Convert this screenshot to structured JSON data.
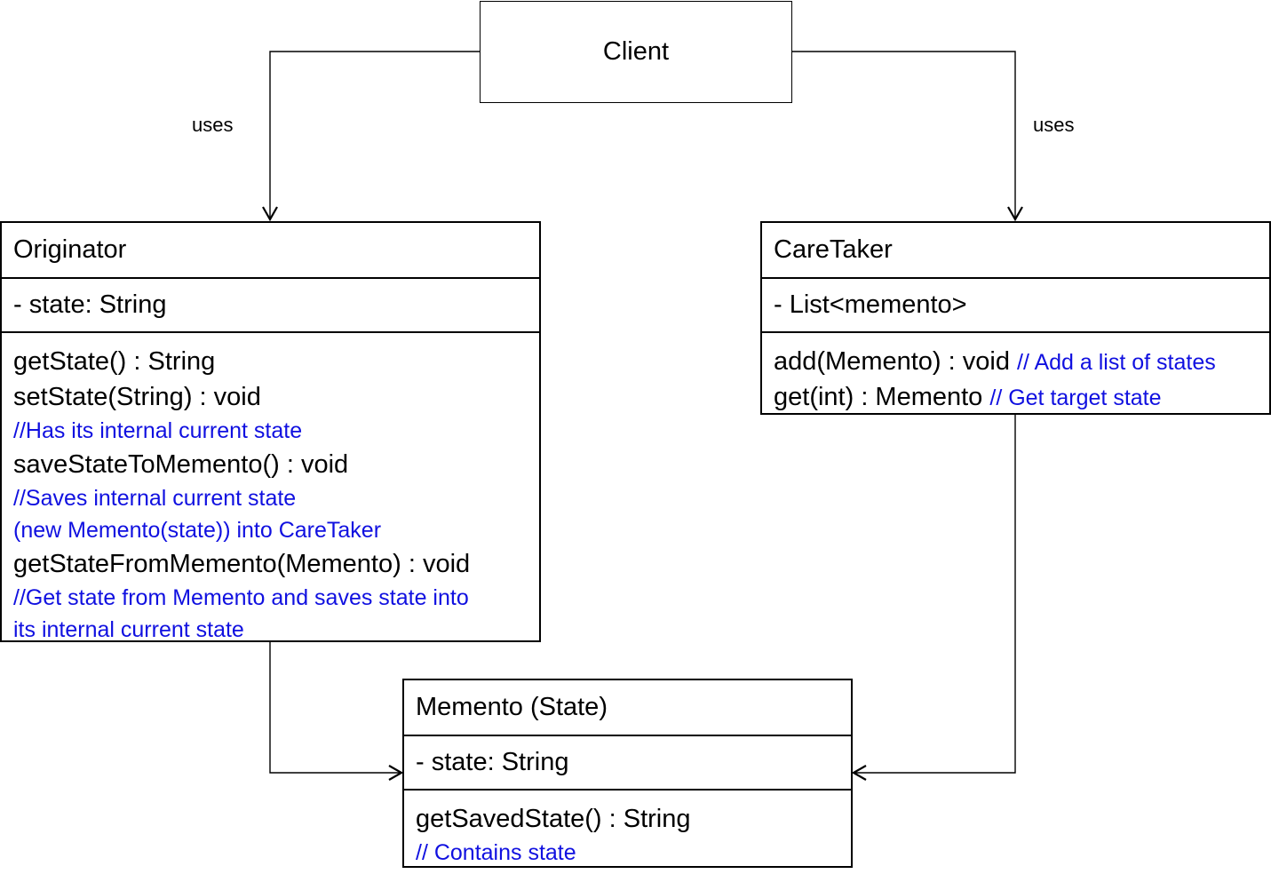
{
  "client": {
    "label": "Client"
  },
  "edges": {
    "uses_left": "uses",
    "uses_right": "uses"
  },
  "originator": {
    "title": "Originator",
    "attribute": "- state: String",
    "op_get_state": "getState() : String",
    "op_set_state": "setState(String) : void",
    "comment_set_state": "//Has its internal current state",
    "op_save": "saveStateToMemento() : void",
    "comment_save_1": "//Saves internal current state",
    "comment_save_2": "(new Memento(state)) into CareTaker",
    "op_restore": "getStateFromMemento(Memento) : void",
    "comment_restore_1": "//Get state from Memento and saves state into",
    "comment_restore_2": "its internal current state"
  },
  "caretaker": {
    "title": "CareTaker",
    "attribute": "- List<memento>",
    "op_add": "add(Memento) : void ",
    "comment_add": "// Add a list of states",
    "op_get": "get(int) : Memento ",
    "comment_get": "// Get target state"
  },
  "memento": {
    "title": "Memento (State)",
    "attribute": "- state: String",
    "op_get_saved": "getSavedState() : String",
    "comment_get_saved": "// Contains state"
  }
}
